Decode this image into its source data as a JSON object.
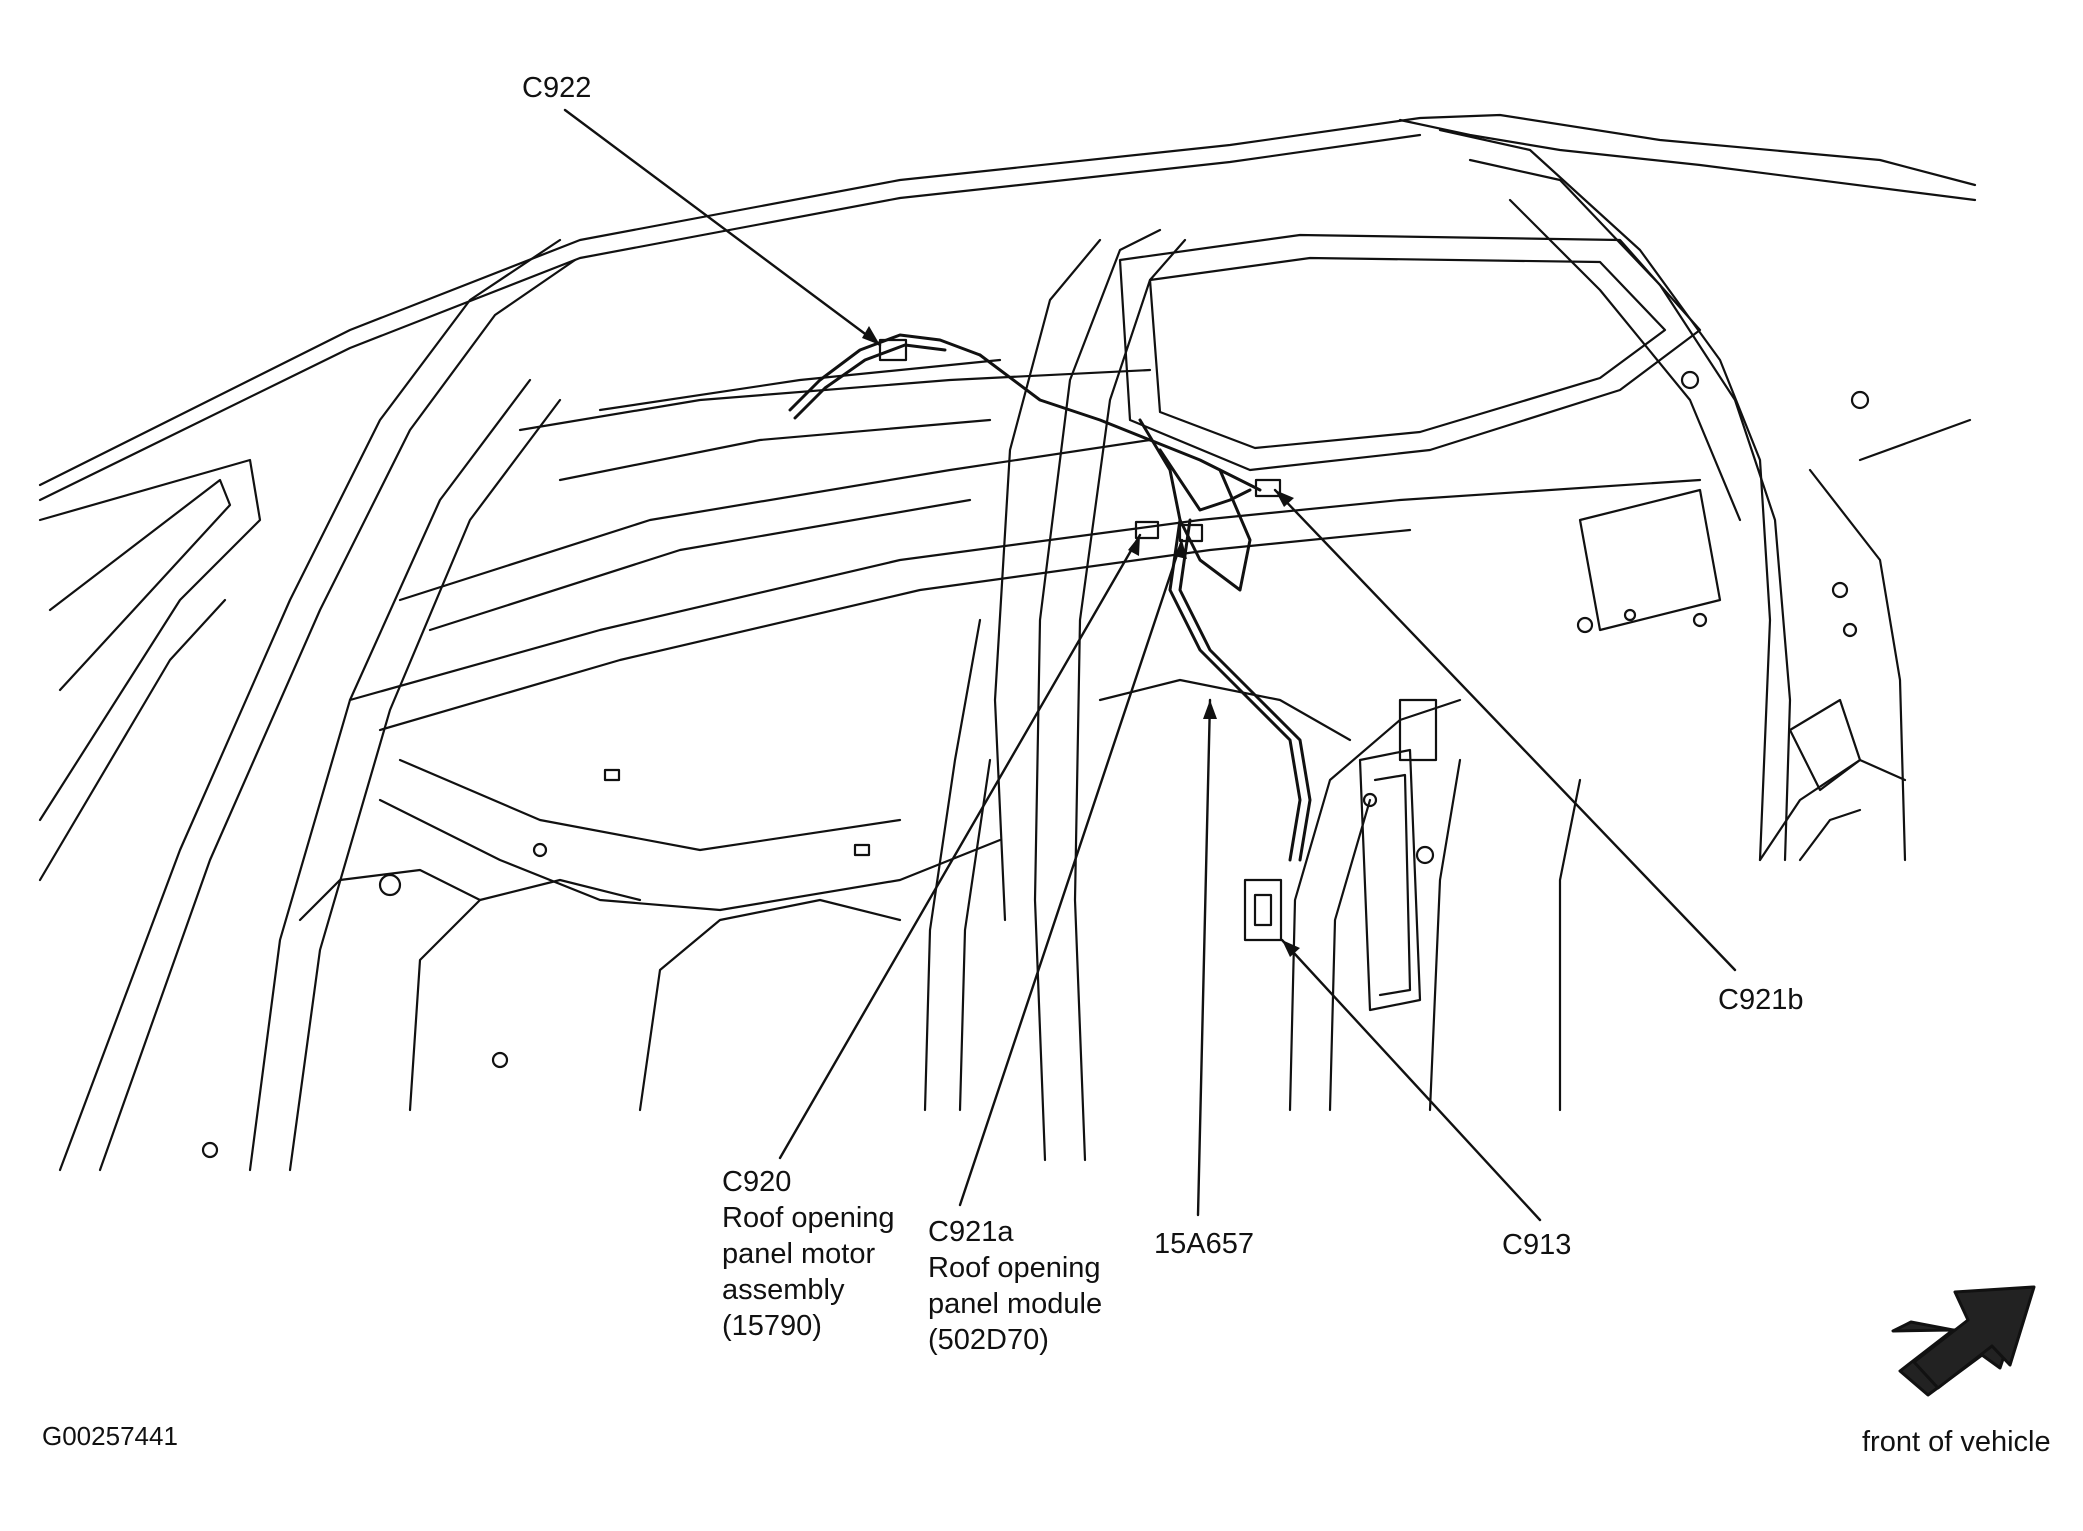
{
  "figure_id": "G00257441",
  "front_label": "front of vehicle",
  "callouts": {
    "c922": {
      "code": "C922"
    },
    "c920": {
      "code": "C920",
      "description": [
        "Roof opening",
        "panel motor",
        "assembly",
        "(15790)"
      ]
    },
    "c921a": {
      "code": "C921a",
      "description": [
        "Roof opening",
        "panel module",
        "(502D70)"
      ]
    },
    "harness": {
      "code": "15A657"
    },
    "c913": {
      "code": "C913"
    },
    "c921b": {
      "code": "C921b"
    }
  },
  "colors": {
    "line": "#111111",
    "arrow_fill": "#222222",
    "background": "#ffffff"
  },
  "icons": {
    "front_arrow": "arrow-up-right-icon"
  }
}
